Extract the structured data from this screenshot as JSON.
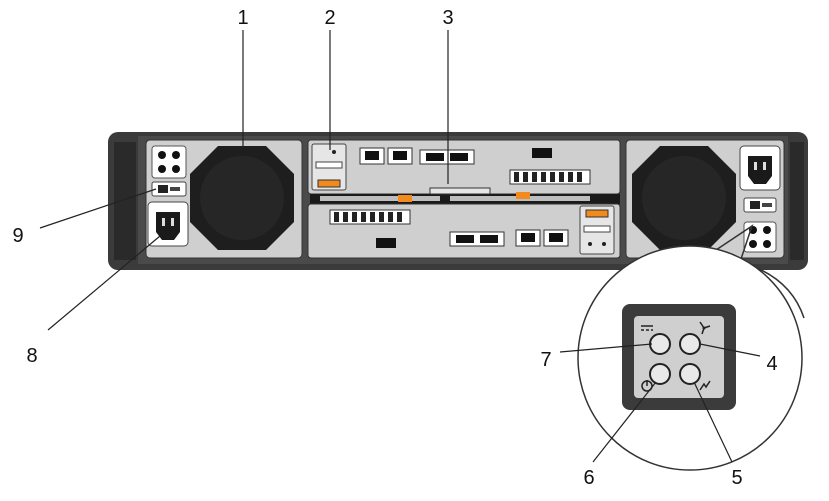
{
  "callouts": {
    "c1": "1",
    "c2": "2",
    "c3": "3",
    "c4": "4",
    "c5": "5",
    "c6": "6",
    "c7": "7",
    "c8": "8",
    "c9": "9"
  },
  "colors": {
    "chassis_dark": "#3b3b3b",
    "panel_gray": "#cfcfcf",
    "fan_black": "#1e1e1e",
    "latch_orange": "#f28a1e",
    "leader_line": "#222222"
  },
  "icons": [
    "power-supply-fan-icon",
    "ac-power-socket-icon",
    "power-switch-icon",
    "ethernet-port-icon",
    "indicator-led-icon",
    "fan-status-icon",
    "power-status-icon",
    "fault-status-icon",
    "dc-status-icon"
  ]
}
